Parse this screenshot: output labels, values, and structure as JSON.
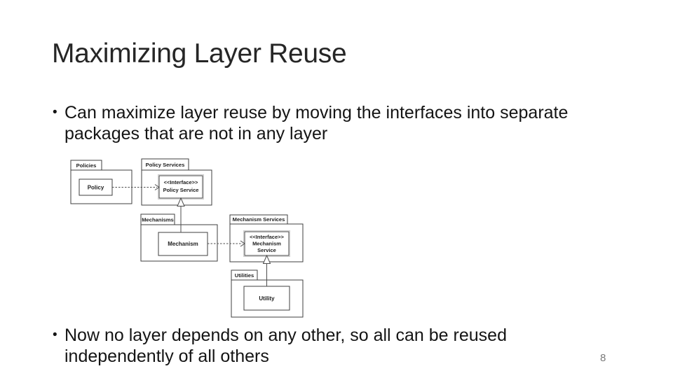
{
  "slide": {
    "title": "Maximizing Layer Reuse",
    "bullet_marker": "•",
    "bullets": [
      "Can maximize layer reuse by moving the interfaces into separate packages that are not in any layer",
      "Now no layer depends on any other, so all can be reused independently of all others"
    ],
    "page_number": "8"
  },
  "diagram": {
    "type": "uml-package-diagram",
    "packages": {
      "policies": {
        "label": "Policies",
        "class_label": "Policy"
      },
      "policy_services": {
        "label": "Policy Services",
        "stereotype": "<<Interface>>",
        "interface_label": "Policy Service"
      },
      "mechanisms": {
        "label": "Mechanisms",
        "class_label": "Mechanism"
      },
      "mechanism_services": {
        "label": "Mechanism Services",
        "stereotype": "<<Interface>>",
        "interface_line1": "Mechanism",
        "interface_line2": "Service"
      },
      "utilities": {
        "label": "Utilities",
        "class_label": "Utility"
      }
    },
    "relations": [
      {
        "from": "Policy",
        "to": "Policy Service",
        "type": "dashed-dependency"
      },
      {
        "from": "Mechanism",
        "to": "Policy Service",
        "type": "realization"
      },
      {
        "from": "Mechanism",
        "to": "Mechanism Service",
        "type": "dashed-dependency"
      },
      {
        "from": "Utility",
        "to": "Mechanism Service",
        "type": "realization"
      }
    ]
  },
  "colors": {
    "background": "#ffffff",
    "title_text": "#262626",
    "body_text": "#141414",
    "page_number": "#7a7a7a",
    "diagram_stroke": "#3f3f3f"
  }
}
